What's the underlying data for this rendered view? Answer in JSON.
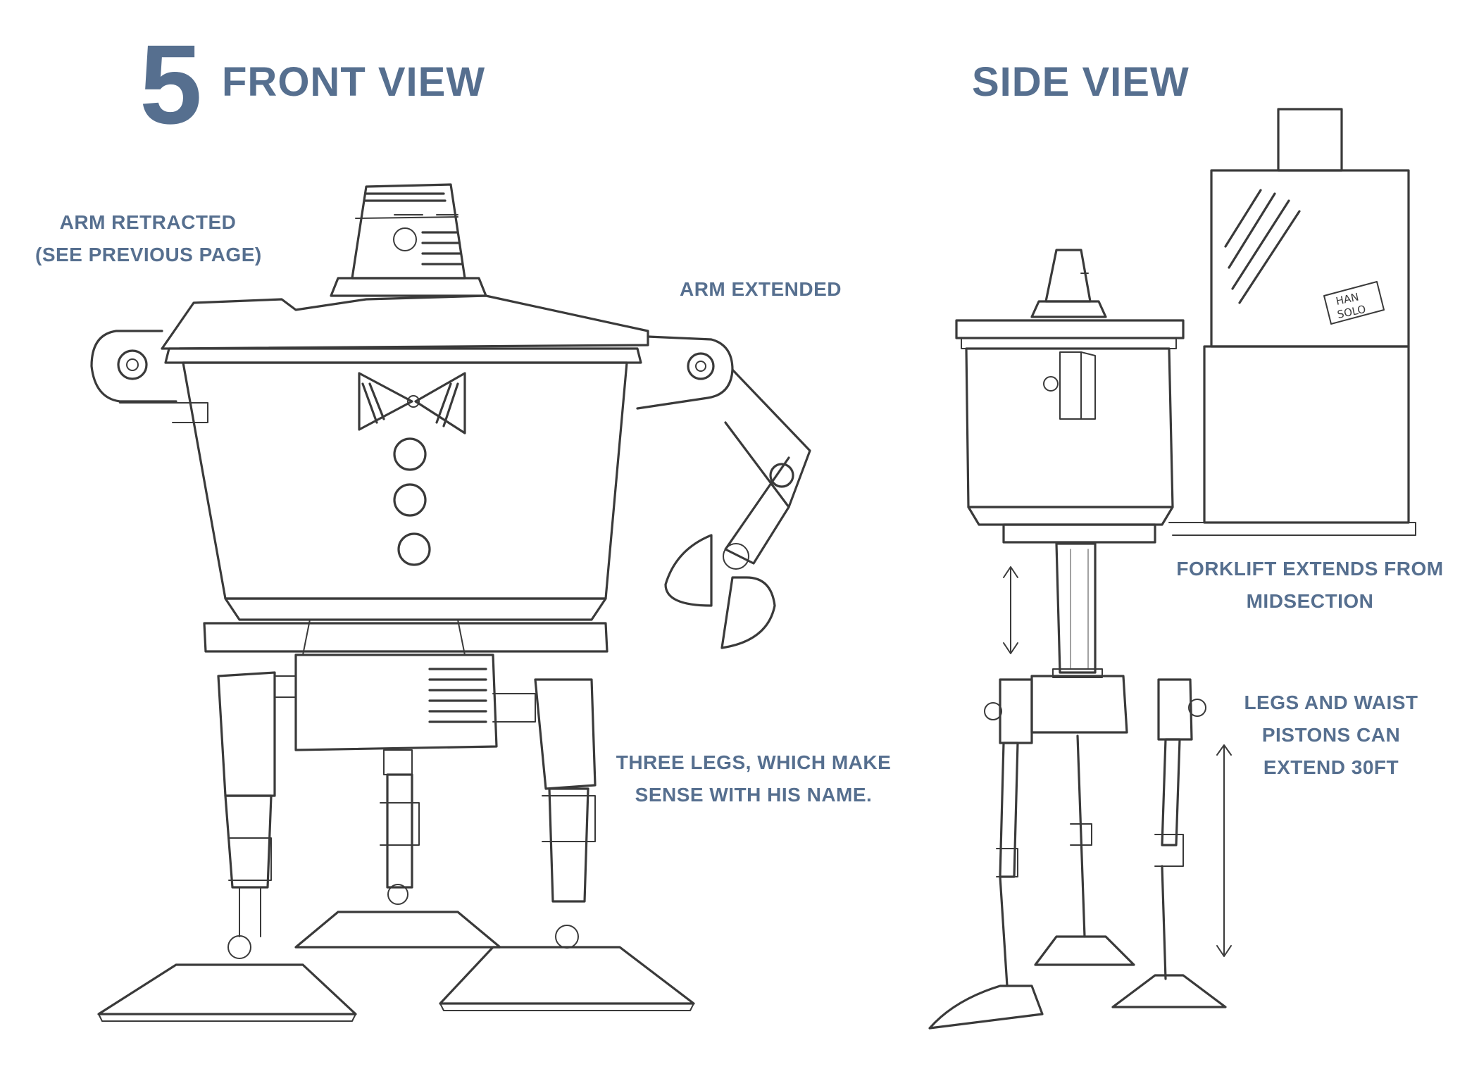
{
  "page_number": "5",
  "front_view": {
    "title": "FRONT VIEW",
    "notes": {
      "arm_retracted": [
        "ARM RETRACTED",
        "(SEE PREVIOUS PAGE)"
      ],
      "arm_extended": [
        "ARM EXTENDED"
      ],
      "three_legs": [
        "THREE LEGS, WHICH MAKE",
        "SENSE WITH HIS NAME."
      ]
    }
  },
  "side_view": {
    "title": "SIDE VIEW",
    "box_label": [
      "HAN",
      "SOLO"
    ],
    "notes": {
      "forklift": [
        "FORKLIFT EXTENDS FROM",
        "MIDSECTION"
      ],
      "pistons": [
        "LEGS AND WAIST",
        "PISTONS CAN",
        "EXTEND 30FT"
      ]
    }
  },
  "colors": {
    "heading": "#566f8f",
    "sketch": "#3a3a3a"
  }
}
